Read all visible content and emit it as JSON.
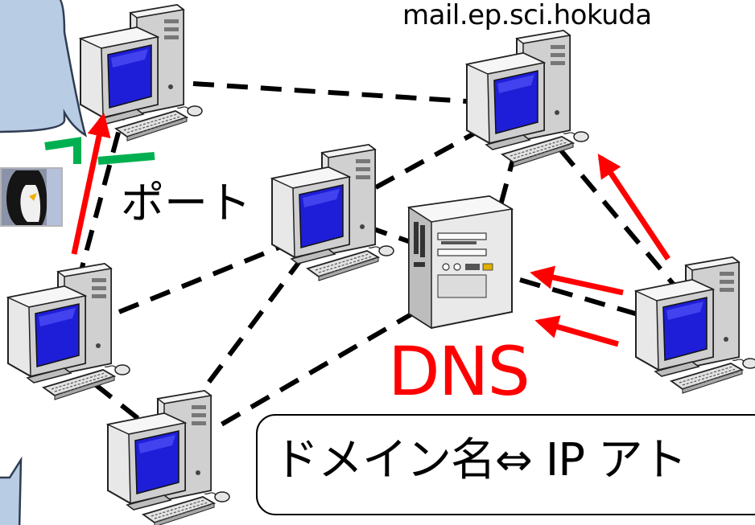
{
  "labels": {
    "hostname": "mail.ep.sci.hokuda",
    "port": "ポート",
    "dns": "DNS",
    "dns_description": "ドメイン名⇔ IP アト"
  },
  "colors": {
    "arrow": "#ff0000",
    "dns_text": "#ff0000",
    "port_mark": "#00b050",
    "callout_fill": "#b8cce4",
    "callout_stroke": "#2f3d52",
    "link_line": "#000000"
  },
  "icons": {
    "computer": "desktop-computer-icon",
    "server": "server-tower-icon",
    "penguin": "penguin-image"
  }
}
